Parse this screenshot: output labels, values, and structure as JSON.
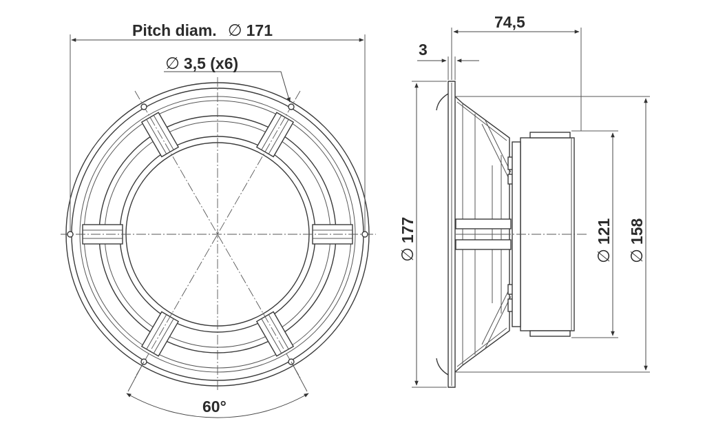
{
  "labels": {
    "pitch_prefix": "Pitch diam.",
    "pitch_value": "171",
    "hole_value": "3,5 (x6)",
    "angle": "60°",
    "mount_depth": "3",
    "total_depth": "74,5",
    "outer_diam": "177",
    "magnet_diam": "121",
    "baffle_diam": "158"
  },
  "symbols": {
    "diameter": "∅"
  },
  "colors": {
    "line": "#3a3a3a",
    "text": "#2b2b2b",
    "background": "#ffffff"
  }
}
